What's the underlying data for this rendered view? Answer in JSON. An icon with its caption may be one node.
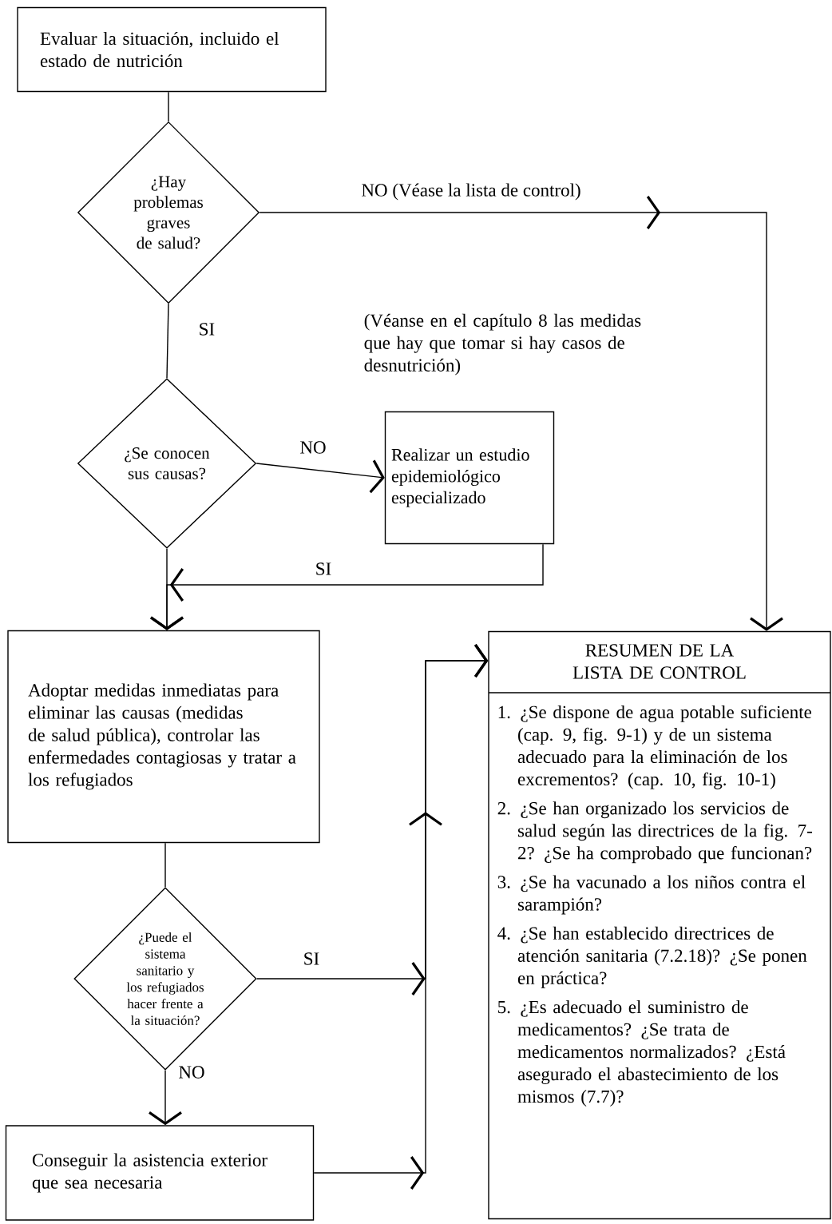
{
  "diagram": {
    "nodes": [
      {
        "text": [
          "Evaluar la situación, incluido el estado de nutrición"
        ]
      },
      {
        "text": [
          "¿Hay problemas graves de salud?"
        ]
      },
      {
        "text": [
          "¿Se conocen sus causas?"
        ]
      },
      {
        "text": [
          "Realizar un estudio epidemiológico especializado"
        ]
      },
      {
        "text": [
          "Adoptar medidas inmediatas para eliminar las causas (medidas de salud pública), controlar las enfermedades contagiosas y tratar a los refugiados"
        ]
      },
      {
        "text": [
          "¿Puede el sistema sanitario y los refugiados hacer frente a la situación?"
        ]
      },
      {
        "text": [
          "Conseguir la asistencia exterior que sea necesaria"
        ]
      },
      {
        "text": [
          "RESUMEN DE LA LISTA DE CONTROL",
          "1. ¿Se dispone de agua potable suficiente (cap. 9, fig. 9-1) y de un sistema adecuado para la eliminación de los excrementos? (cap. 10, fig. 10-1)",
          "2. ¿Se han organizado los servicios de salud según las directrices de la fig. 7-2? ¿Se ha comprobado que funcionan?",
          "3. ¿Se ha vacunado a los niños contra el sarampión?",
          "4. ¿Se han establecido directrices de atención sanitaria (7.2.18)? ¿Se ponen en práctica?",
          "5. ¿Es adecuado el suministro de medicamentos? ¿Se trata de medicamentos normalizados? ¿Está asegurado el abastecimiento de los mismos (7.7)?"
        ]
      }
    ],
    "edges": [
      {
        "from": 0,
        "to": 1,
        "arrow": "none"
      },
      {
        "from": 1,
        "to": 7,
        "arrow": "to",
        "label": "NO (Véase la lista de control)"
      },
      {
        "from": 1,
        "to": 2,
        "arrow": "none",
        "label": "SI"
      },
      {
        "from": 2,
        "to": 3,
        "arrow": "to",
        "label": "NO"
      },
      {
        "from": 3,
        "to": 4,
        "arrow": "to",
        "label": "SI"
      },
      {
        "from": 2,
        "to": 4,
        "arrow": "to"
      },
      {
        "from": 4,
        "to": 5,
        "arrow": "none"
      },
      {
        "from": 5,
        "to": 7,
        "arrow": "to",
        "label": "SI"
      },
      {
        "from": 5,
        "to": 6,
        "arrow": "to",
        "label": "NO"
      },
      {
        "from": 6,
        "to": 7,
        "arrow": "to"
      }
    ],
    "labels": [
      "(Véanse en el capítulo 8 las medidas que hay que tomar si hay casos de desnutrición)"
    ]
  }
}
